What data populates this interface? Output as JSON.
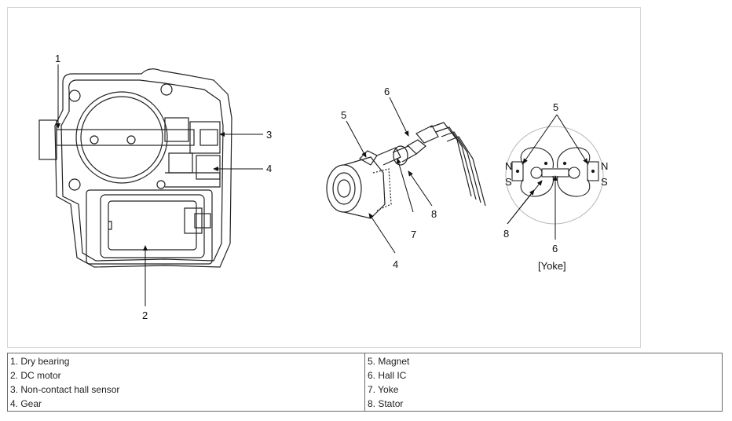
{
  "figure": {
    "callouts": {
      "left": [
        "1",
        "2",
        "3",
        "4"
      ],
      "middle": [
        "4",
        "5",
        "6",
        "7",
        "8"
      ],
      "right": [
        "5",
        "6",
        "8"
      ]
    },
    "right_labels": {
      "n_left": "N",
      "s_left": "S",
      "n_right": "N",
      "s_right": "S",
      "caption": "[Yoke]"
    }
  },
  "legend": {
    "col1": [
      "1. Dry bearing",
      "2. DC motor",
      "3. Non-contact hall sensor",
      "4. Gear"
    ],
    "col2": [
      "5. Magnet",
      "6. Hall IC",
      "7. Yoke",
      "8. Stator"
    ]
  }
}
